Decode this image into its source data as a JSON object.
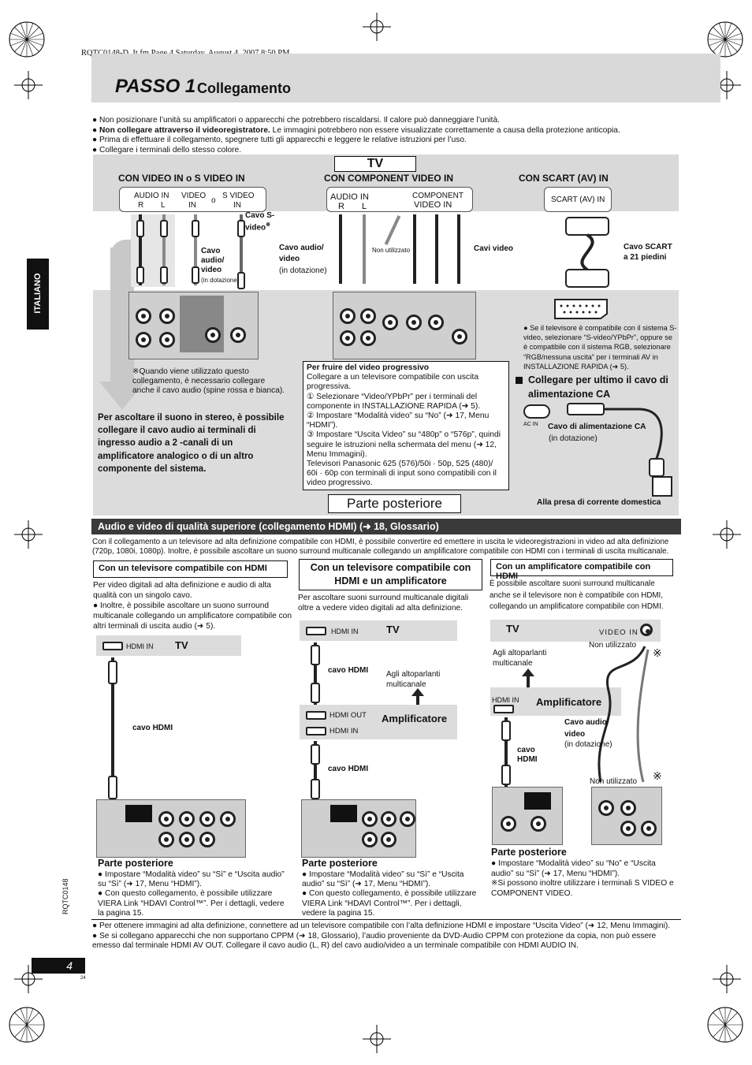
{
  "header": {
    "file_info": "RQTC0148-D_It.fm  Page 4  Saturday, August 4, 2007  8:50 PM",
    "step": "PASSO 1",
    "title": "Collegamento"
  },
  "side_tab": "ITALIANO",
  "intro_bullets": [
    {
      "bold": "",
      "text": "Non posizionare l’unità su amplificatori o apparecchi che potrebbero riscaldarsi. Il calore può danneggiare l’unità."
    },
    {
      "bold": "Non collegare attraverso il videoregistratore.",
      "text": " Le immagini potrebbero non essere visualizzate correttamente a causa della protezione anticopia."
    },
    {
      "bold": "",
      "text": "Prima di effettuare il collegamento, spegnere tutti gli apparecchi e leggere le relative istruzioni per l’uso."
    },
    {
      "bold": "",
      "text": "Collegare i terminali dello stesso colore."
    }
  ],
  "tv_section": {
    "tv_label": "TV",
    "col1": {
      "heading": "CON VIDEO IN o S VIDEO IN",
      "panel": [
        "AUDIO IN",
        "R",
        "L",
        "VIDEO",
        "IN",
        "o",
        "S VIDEO",
        "IN"
      ]
    },
    "col2": {
      "heading": "CON COMPONENT VIDEO IN",
      "panel": [
        "AUDIO IN",
        "R",
        "L",
        "COMPONENT",
        "VIDEO IN"
      ]
    },
    "col3": {
      "heading": "CON SCART (AV) IN",
      "panel": "SCART (AV) IN"
    },
    "cavo_svideo": "Cavo S-video",
    "cavo_svideo_mark": "※",
    "cavo_audio_video": "Cavo audio/ video",
    "in_dotazione_small": "(in dotazione)",
    "cavo_audio_video_2": "Cavo audio/ video",
    "in_dotazione_2": "(in dotazione)",
    "non_utilizzato_small": "Non utilizzato",
    "cavi_video": "Cavi video",
    "cavo_scart": "Cavo SCART a 21 piedini",
    "note_svideo": "※Quando viene utilizzato questo collegamento, è necessario collegare anche il cavo audio (spine rossa e bianca).",
    "stereo_note": "Per ascoltare il suono in stereo, è possibile collegare il cavo audio ai terminali di ingresso audio a 2 -canali di un amplificatore analogico o di un altro componente del sistema.",
    "progressive": {
      "title": "Per fruire del video progressivo",
      "intro": "Collegare a un televisore compatibile con uscita progressiva.",
      "steps": [
        "① Selezionare “Video/YPbPr” per i terminali del componente in INSTALLAZIONE RAPIDA (➜ 5).",
        "② Impostare “Modalità video” su “No” (➜ 17, Menu “HDMI”).",
        "③ Impostare “Uscita Video” su “480p” o “576p”, quindi seguire le istruzioni nella schermata del menu (➜ 12, Menu Immagini)."
      ],
      "footer": "Televisori Panasonic 625 (576)/50i · 50p, 525 (480)/ 60i · 60p con terminali di input sono compatibili con il video progressivo."
    },
    "scart_note": "Se il televisore è compatibile con il sistema S-video, selezionare “S-video/YPbPr”, oppure se è compatibile con il sistema RGB, selezionare “RGB/nessuna uscita” per i terminali AV in INSTALLAZIONE RAPIDA (➜ 5).",
    "power_title": "Collegare per ultimo il cavo di alimentazione CA",
    "ac_in": "AC IN",
    "power_cable": "Cavo di alimentazione CA",
    "power_in_dotazione": "(in dotazione)",
    "outlet": "Alla presa di corrente domestica",
    "rear_label": "Parte posteriore"
  },
  "hdmi_section": {
    "banner": "Audio e video di qualità superiore (collegamento HDMI) (➜ 18, Glossario)",
    "intro": "Con il collegamento a un televisore ad alta definizione compatibile con HDMI, è possibile convertire ed emettere in uscita le videoregistrazioni in video ad alta definizione (720p, 1080i, 1080p). Inoltre, è possibile ascoltare un suono surround multicanale collegando un amplificatore compatibile con HDMI con i terminali di uscita multicanale.",
    "col1": {
      "heading": "Con un televisore compatibile con HDMI",
      "text1": "Per video digitali ad alta definizione e audio di alta qualità con un singolo cavo.",
      "text2": "Inoltre, è possibile ascoltare un suono surround multicanale collegando un amplificatore compatibile con altri terminali di uscita audio (➜ 5).",
      "hdmi_in": "HDMI IN",
      "tv": "TV",
      "cable": "cavo HDMI",
      "rear": "Parte posteriore",
      "notes": [
        "Impostare “Modalità video” su “Sì” e “Uscita audio” su “Sì” (➜ 17, Menu “HDMI”).",
        "Con questo collegamento, è possibile utilizzare VIERA Link “HDAVI Control™”. Per i dettagli, vedere la pagina 15."
      ]
    },
    "col2": {
      "heading": "Con un televisore compatibile con HDMI e un amplificatore",
      "text": "Per ascoltare suoni surround multicanale digitali oltre a vedere video digitali ad alta definizione.",
      "hdmi_in": "HDMI IN",
      "tv": "TV",
      "cable1": "cavo HDMI",
      "speakers": "Agli altoparlanti multicanale",
      "hdmi_out": "HDMI OUT",
      "hdmi_in2": "HDMI IN",
      "amp": "Amplificatore",
      "cable2": "cavo HDMI",
      "rear": "Parte posteriore",
      "notes": [
        "Impostare “Modalità video” su “Sì” e “Uscita audio” su “Sì” (➜ 17, Menu “HDMI”).",
        "Con questo collegamento, è possibile utilizzare VIERA Link “HDAVI Control™”. Per i dettagli, vedere la pagina 15."
      ]
    },
    "col3": {
      "heading": "Con un amplificatore compatibile con HDMI",
      "text": "È possibile ascoltare suoni surround multicanale anche se il televisore non è compatibile con HDMI, collegando un amplificatore compatibile con HDMI.",
      "tv": "TV",
      "video_in": "VIDEO IN",
      "non_utilizzato_1": "Non utilizzato",
      "speakers": "Agli altoparlanti multicanale",
      "hdmi_in": "HDMI IN",
      "amp": "Amplificatore",
      "cable_av": "Cavo audio/ video",
      "in_dotazione": "(in dotazione)",
      "cable_hdmi": "cavo HDMI",
      "non_utilizzato_2": "Non utilizzato",
      "rear": "Parte posteriore",
      "notes": [
        "Impostare “Modalità video” su “No” e “Uscita audio” su “Sì” (➜ 17, Menu “HDMI”).",
        "※Si possono inoltre utilizzare i terminali S VIDEO e COMPONENT VIDEO."
      ]
    }
  },
  "footer": {
    "bullets": [
      "Per ottenere immagini ad alta definizione, connettere ad un televisore compatibile con l’alta definizione HDMI e impostare “Uscita Video” (➜ 12, Menu Immagini).",
      "Se si collegano apparecchi che non supportano CPPM (➜ 18, Glossario), l’audio proveniente da DVD-Audio CPPM con protezione da copia, non può essere emesso dal terminale HDMI AV OUT. Collegare il cavo audio (L, R) del cavo audio/video a un terminale compatibile con HDMI AUDIO IN."
    ],
    "code": "RQTC0148",
    "page_number": "4",
    "tiny_number": "24"
  },
  "colors": {
    "band": "#d9d9d9",
    "banner": "#3a3a3a",
    "tab": "#111111"
  }
}
